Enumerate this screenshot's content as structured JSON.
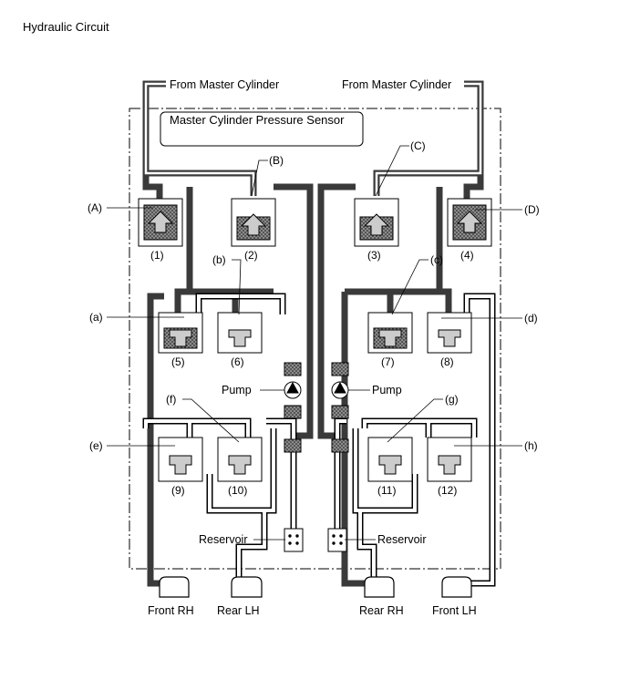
{
  "title": "Hydraulic Circuit",
  "master_cylinder_left": "From Master Cylinder",
  "master_cylinder_right": "From Master Cylinder",
  "pressure_sensor": "Master Cylinder Pressure Sensor",
  "pump_left": "Pump",
  "pump_right": "Pump",
  "reservoir_left": "Reservoir",
  "reservoir_right": "Reservoir",
  "wheels": {
    "front_rh": "Front RH",
    "rear_lh": "Rear LH",
    "rear_rh": "Rear RH",
    "front_lh": "Front LH"
  },
  "callouts": {
    "A": "(A)",
    "B": "(B)",
    "C": "(C)",
    "D": "(D)",
    "a": "(a)",
    "b": "(b)",
    "c": "(c)",
    "d": "(d)",
    "e": "(e)",
    "f": "(f)",
    "g": "(g)",
    "h": "(h)"
  },
  "valves": {
    "v1": "(1)",
    "v2": "(2)",
    "v3": "(3)",
    "v4": "(4)",
    "v5": "(5)",
    "v6": "(6)",
    "v7": "(7)",
    "v8": "(8)",
    "v9": "(9)",
    "v10": "(10)",
    "v11": "(11)",
    "v12": "(12)"
  }
}
